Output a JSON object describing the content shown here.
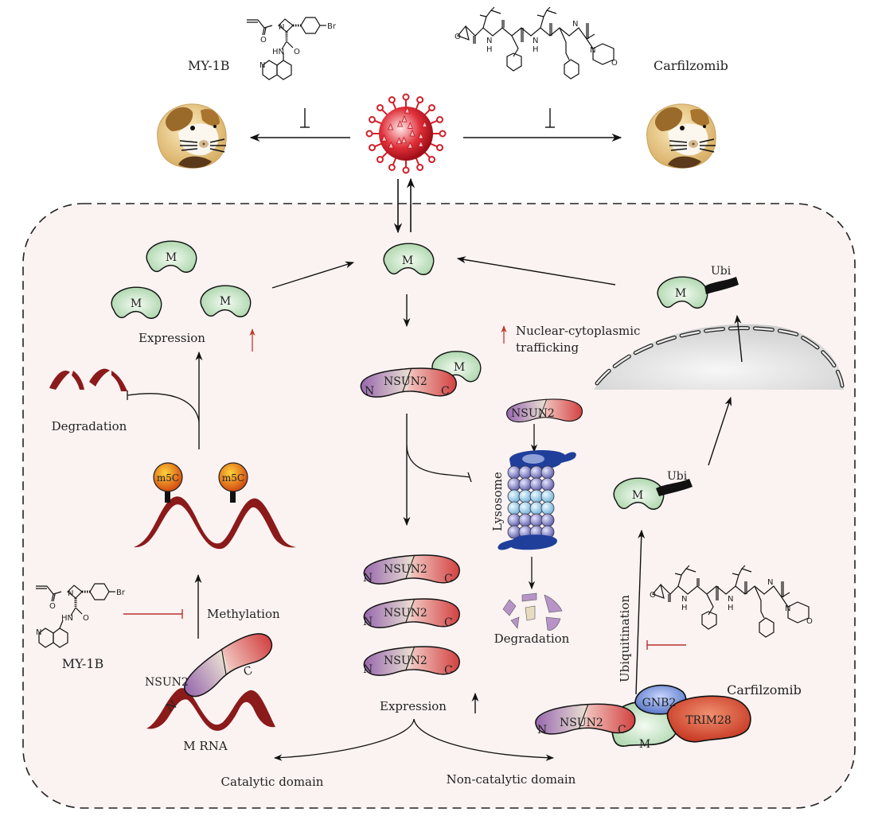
{
  "drugs": {
    "my1b_name": "MY-1B",
    "carfilzomib_name": "Carfilzomib"
  },
  "labels": {
    "m": "M",
    "expression": "Expression",
    "degradation": "Degradation",
    "nuclear_trafficking_line1": "Nuclear-cytoplasmic",
    "nuclear_trafficking_line2": "trafficking",
    "ubi": "Ubi",
    "nsun2": "NSUN2",
    "n": "N",
    "c": "C",
    "lysosome": "Lysosome",
    "m5c": "m5C",
    "methylation": "Methylation",
    "m_rna": "M RNA",
    "ubiquitination": "Ubiquitination",
    "gnb2": "GNB2",
    "trim28": "TRIM28",
    "catalytic_domain": "Catalytic domain",
    "non_catalytic_domain": "Non-catalytic domain"
  },
  "chem_atoms": {
    "n": "N",
    "o": "O",
    "hn": "HN",
    "h": "H",
    "br": "Br"
  },
  "colors": {
    "cell_bg": "#fbf3f2",
    "m_protein": "#c9e6c9",
    "nsun2_n": "#9a6bb3",
    "nsun2_c": "#d03a3a",
    "lysosome": "#1f3f9a",
    "virus": "#d0202a",
    "rna": "#8b1a1a",
    "m5c": "#f0a020",
    "inhibit_red": "#b83030",
    "up_red": "#c0392b"
  }
}
